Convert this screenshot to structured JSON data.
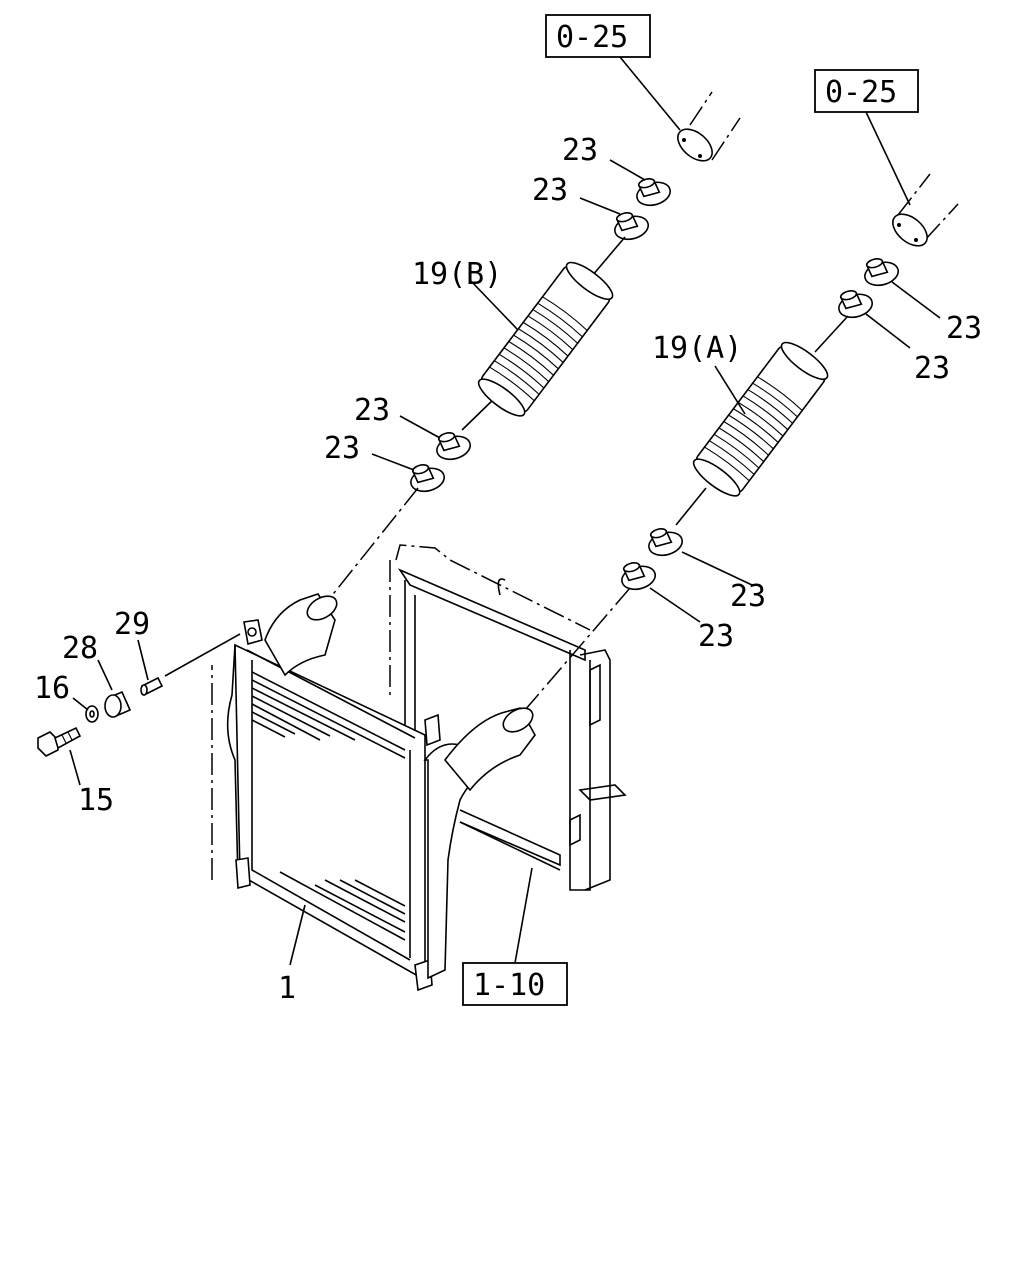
{
  "refs": {
    "ref_upper": "0-25",
    "ref_right": "0-25",
    "ref_bottom": "1-10"
  },
  "parts": {
    "p23_a": "23",
    "p23_b": "23",
    "p19b": "19(B)",
    "p23_c": "23",
    "p23_d": "23",
    "p23_e": "23",
    "p23_f": "23",
    "p19a": "19(A)",
    "p23_g": "23",
    "p23_h": "23",
    "p29": "29",
    "p28": "28",
    "p16": "16",
    "p15": "15",
    "p1": "1"
  },
  "icons": [
    "intercooler",
    "radiator",
    "hose-19b",
    "hose-19a",
    "hose-clamp",
    "bolt",
    "washer",
    "bushing",
    "collar"
  ]
}
